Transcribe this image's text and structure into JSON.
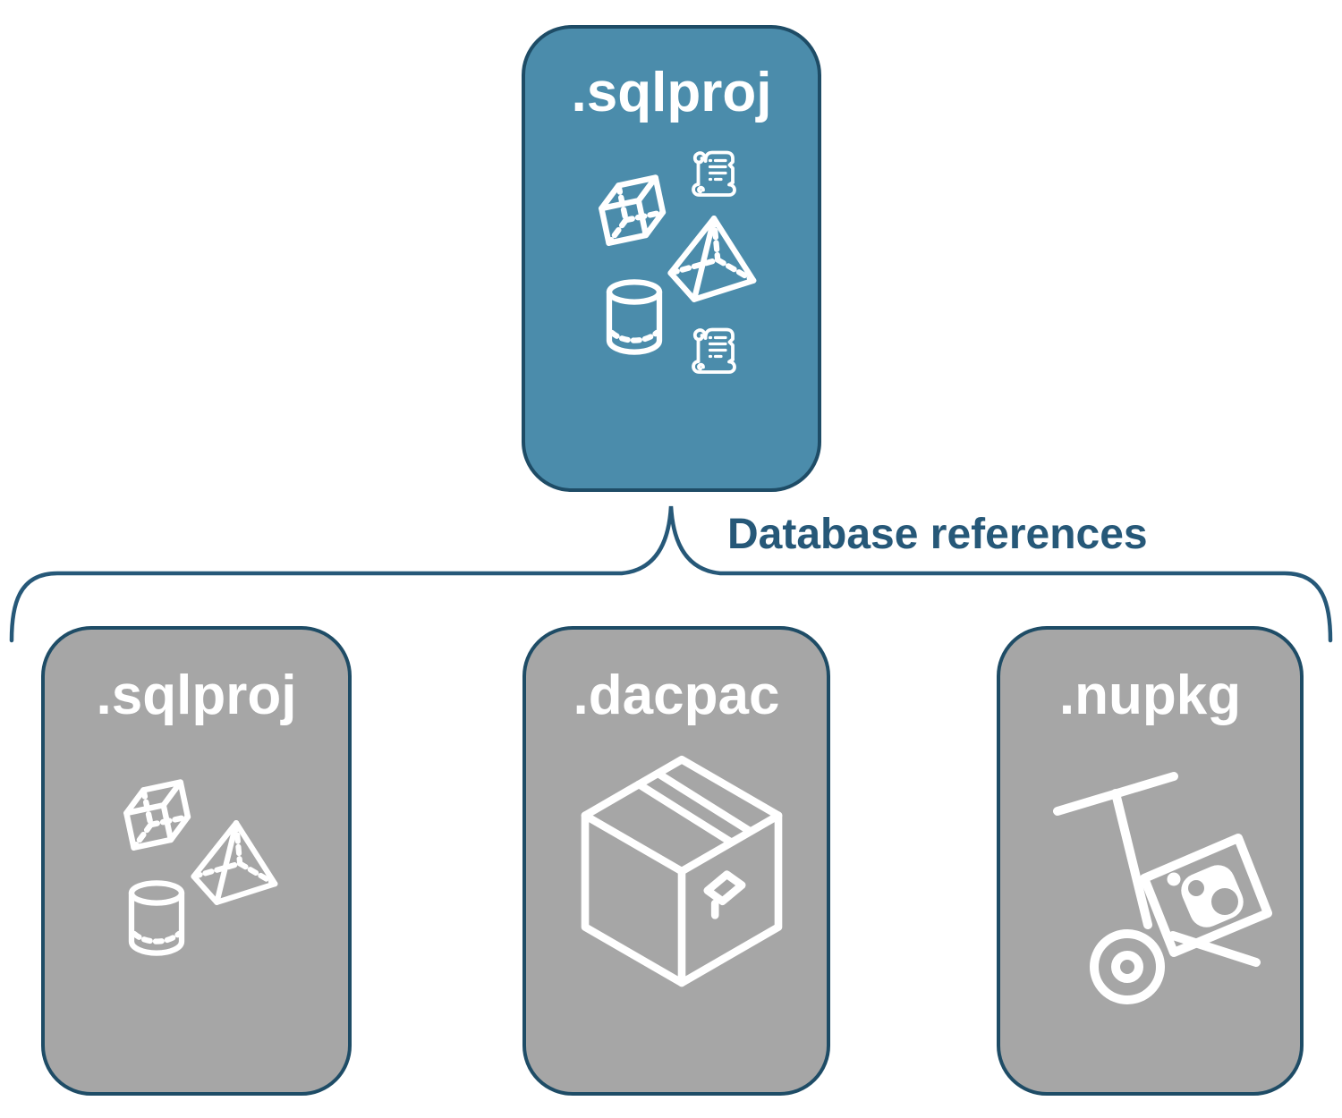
{
  "connector": {
    "label": "Database references"
  },
  "cards": [
    {
      "id": "main-sqlproj",
      "title": ".sqlproj",
      "variant": "blue",
      "icons": [
        "scroll-icon",
        "cube-icon",
        "pyramid-icon",
        "database-cylinder-icon",
        "scroll-icon"
      ]
    },
    {
      "id": "ref-sqlproj",
      "title": ".sqlproj",
      "variant": "gray",
      "icons": [
        "cube-icon",
        "pyramid-icon",
        "database-cylinder-icon"
      ]
    },
    {
      "id": "ref-dacpac",
      "title": ".dacpac",
      "variant": "gray",
      "icons": [
        "package-box-icon"
      ]
    },
    {
      "id": "ref-nupkg",
      "title": ".nupkg",
      "variant": "gray",
      "icons": [
        "nuget-hand-truck-icon"
      ]
    }
  ],
  "colors": {
    "accent-blue": "#4B8CAB",
    "card-border": "#1E4C66",
    "line-blue": "#265878",
    "gray-fill": "#A6A6A6",
    "icon-white": "#FFFFFF",
    "background": "#FFFFFF"
  }
}
